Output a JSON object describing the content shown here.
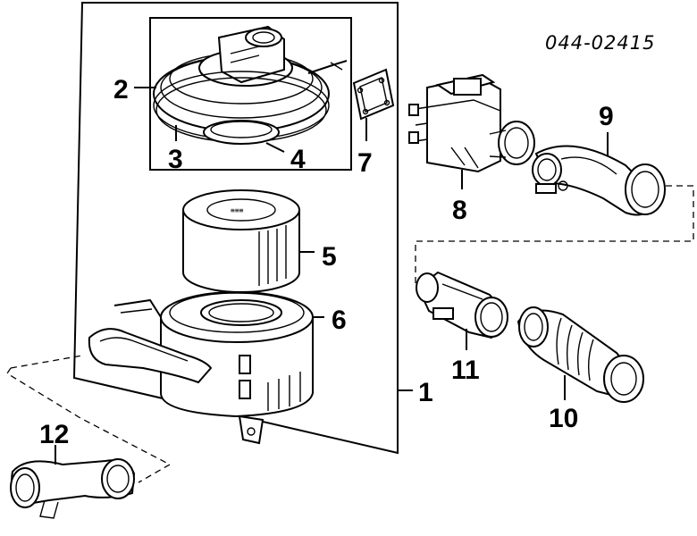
{
  "diagram": {
    "code": "044-02415",
    "callouts": [
      "1",
      "2",
      "3",
      "4",
      "5",
      "6",
      "7",
      "8",
      "9",
      "10",
      "11",
      "12"
    ]
  }
}
